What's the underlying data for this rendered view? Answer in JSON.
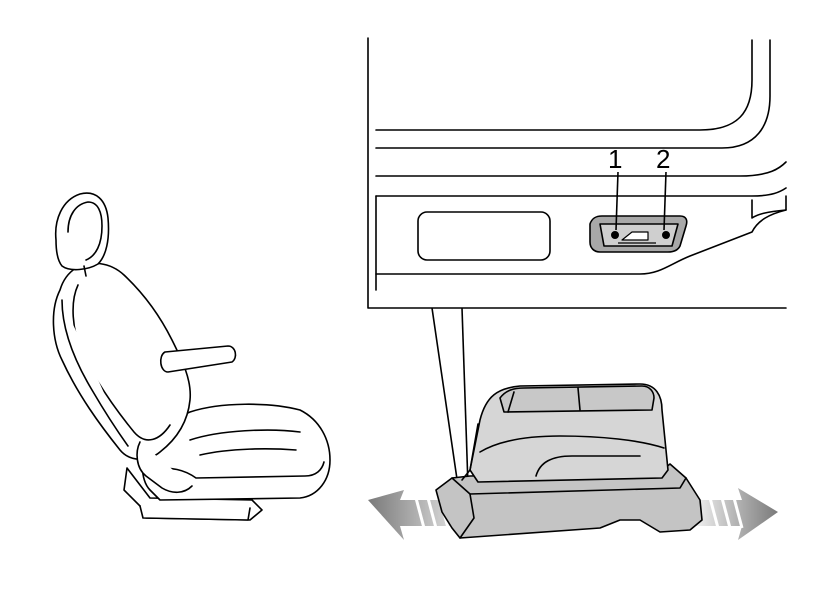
{
  "callouts": [
    {
      "id": 1,
      "label": "1"
    },
    {
      "id": 2,
      "label": "2"
    }
  ],
  "colors": {
    "line": "#000000",
    "fill_console": "#d0d0d0",
    "fill_console_dark": "#b4b4b4",
    "fill_switch": "#9a9a9a",
    "arrow_light": "#e8e8e8",
    "arrow_dark": "#7a7a7a",
    "background": "#ffffff"
  },
  "icons": {
    "seat": "car-seat-side-view",
    "switch": "seat-slide-switch",
    "arrows": "fore-aft-movement-arrows"
  }
}
